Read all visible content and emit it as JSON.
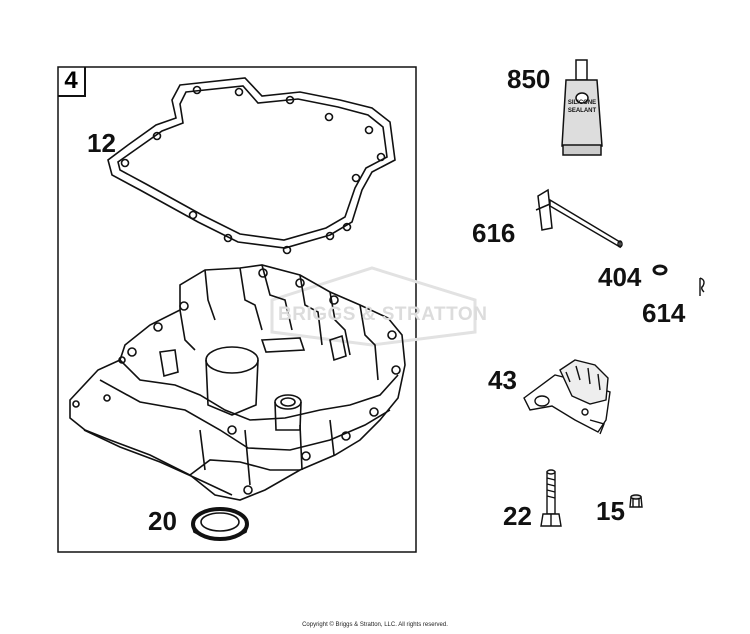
{
  "box_number": "4",
  "callouts": {
    "c12": "12",
    "c20": "20",
    "c850": "850",
    "c616": "616",
    "c404": "404",
    "c614": "614",
    "c43": "43",
    "c22": "22",
    "c15": "15"
  },
  "tube_label": {
    "line1": "SILICONE",
    "line2": "SEALANT"
  },
  "watermark": "BRIGGS & STRATTON",
  "copyright": "Copyright © Briggs & Stratton, LLC. All rights reserved."
}
